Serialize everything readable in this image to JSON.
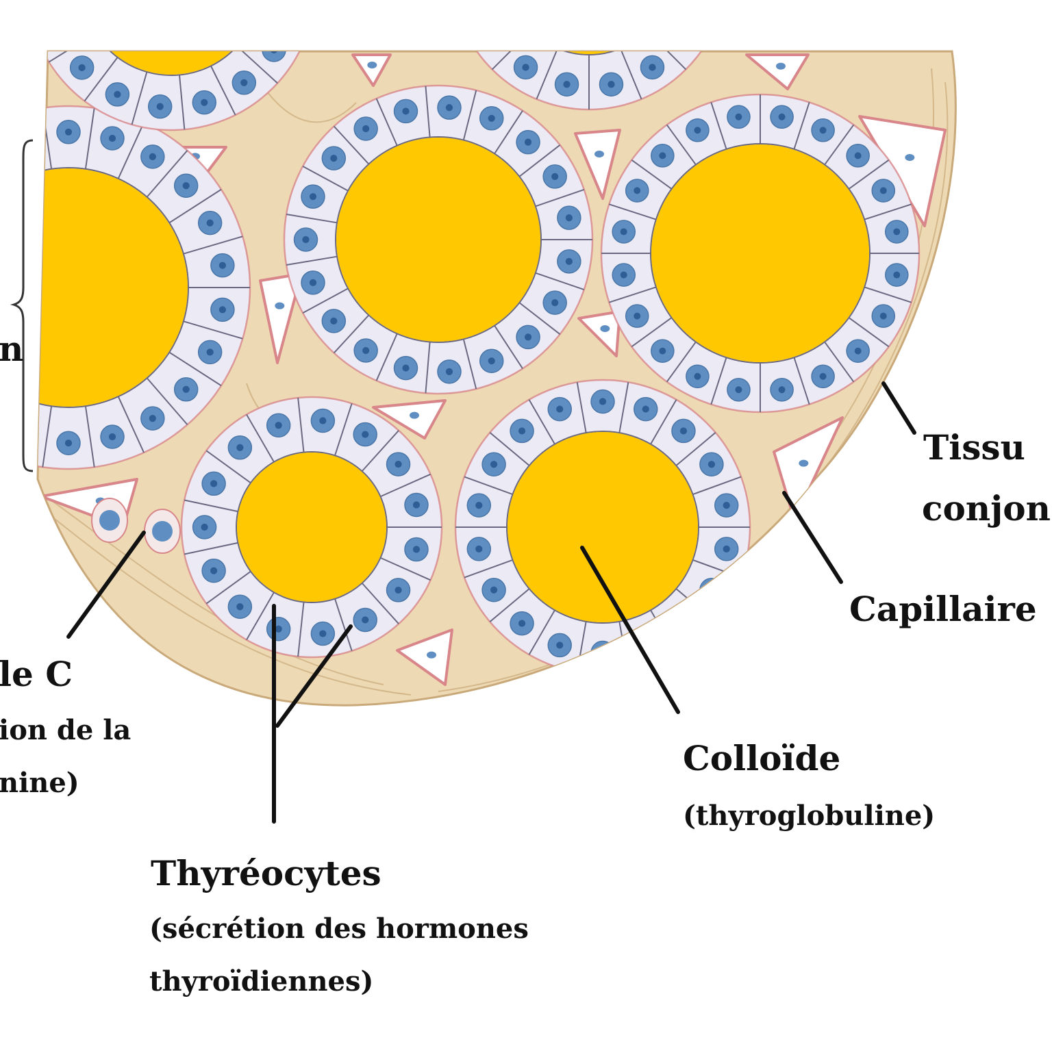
{
  "labels": {
    "left_edge": "n",
    "c_cell_title": "le C",
    "c_cell_desc_1": "ion de la",
    "c_cell_desc_2": "nine)",
    "thyreocytes_title": "Thyréocytes",
    "thyreocytes_desc_1": "(sécrétion des hormones",
    "thyreocytes_desc_2": "thyroïdiennes)",
    "colloide_title": "Colloïde",
    "colloide_desc": "(thyroglobuline)",
    "tissu_1": "Tissu",
    "tissu_2": "conjon",
    "capillaire": "Capillaire"
  },
  "colors": {
    "colloid": "#ffc800",
    "cell": "#ecebf5",
    "cell_border": "#6a6880",
    "nucleus": "#5f8ec2",
    "nucleus_dot": "#2f5d95",
    "tissue": "#edd9b4",
    "tissue_line": "#c9a97a",
    "capillary": "#d8868a",
    "leader": "#111111"
  }
}
